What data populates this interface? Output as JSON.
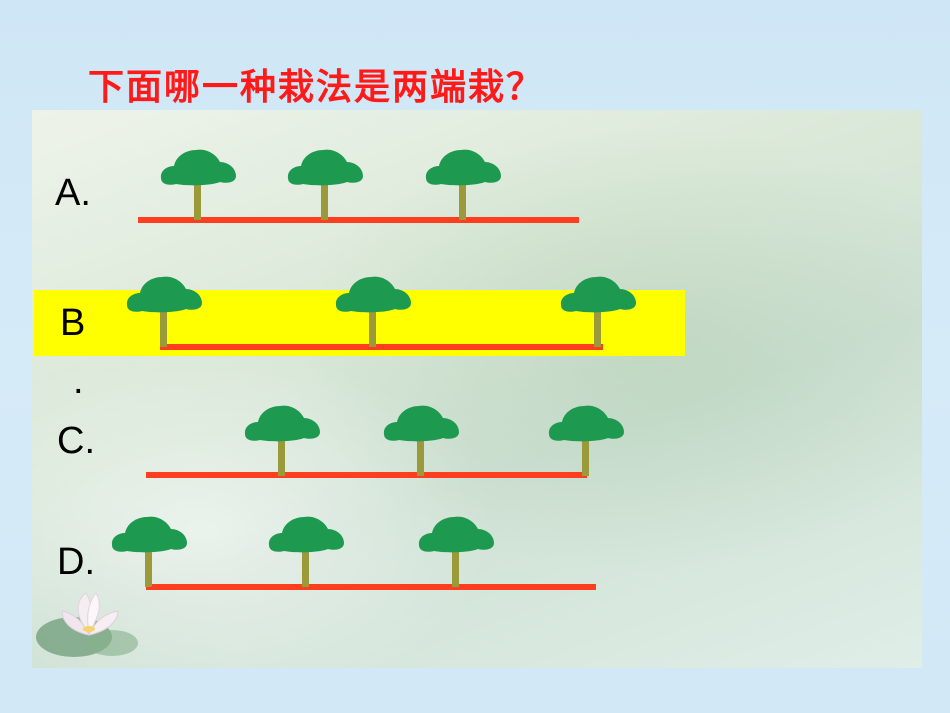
{
  "question": "下面哪一种栽法是两端栽？",
  "options": [
    {
      "key": "A",
      "label": "A."
    },
    {
      "key": "B",
      "label": "B",
      "label_dot": "."
    },
    {
      "key": "C",
      "label": "C."
    },
    {
      "key": "D",
      "label": "D."
    }
  ],
  "highlighted_option": "B",
  "colors": {
    "title": "#ff1a1a",
    "baseline": "#ff3d1f",
    "highlight": "#ffff00",
    "tree_foliage": "#1e9a50",
    "tree_trunk": "#9a9a3a"
  },
  "icons": [
    "tree-icon",
    "lotus-flower-icon"
  ]
}
